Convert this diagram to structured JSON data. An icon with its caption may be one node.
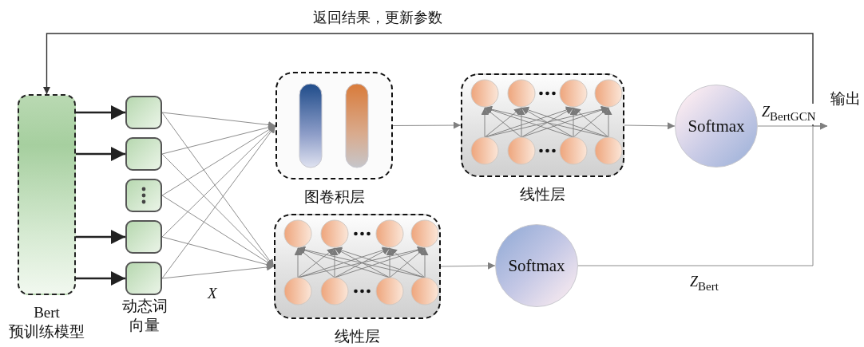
{
  "diagram": {
    "nodes": [
      {
        "text": [],
        "shape": "box",
        "beside": [
          "Bert 预训练模型"
        ]
      },
      {
        "text": [],
        "shape": "box"
      },
      {
        "text": [],
        "shape": "box"
      },
      {
        "text": [],
        "shape": "box"
      },
      {
        "text": [],
        "shape": "box"
      },
      {
        "text": [],
        "shape": "box"
      },
      {
        "text": [],
        "shape": "box",
        "beside": [
          "图卷积层"
        ]
      },
      {
        "text": [],
        "shape": "box",
        "beside": [
          "线性层"
        ]
      },
      {
        "text": [
          "Softmax"
        ]
      },
      {
        "text": [],
        "shape": "box",
        "beside": [
          "线性层"
        ]
      },
      {
        "text": [
          "Softmax"
        ]
      },
      {
        "text": [
          "输出"
        ]
      }
    ],
    "edges": [
      {
        "from": 0,
        "to": 1,
        "arrow": "to",
        "style": "thick",
        "color": "#222222"
      },
      {
        "from": 0,
        "to": 2,
        "arrow": "to",
        "style": "thick",
        "color": "#222222"
      },
      {
        "from": 0,
        "to": 4,
        "arrow": "to",
        "style": "thick",
        "color": "#222222"
      },
      {
        "from": 0,
        "to": 5,
        "arrow": "to",
        "style": "thick",
        "color": "#222222"
      },
      {
        "from": 1,
        "to": 6,
        "arrow": "to"
      },
      {
        "from": 1,
        "to": 9,
        "arrow": "to"
      },
      {
        "from": 2,
        "to": 6,
        "arrow": "to"
      },
      {
        "from": 2,
        "to": 9,
        "arrow": "to"
      },
      {
        "from": 3,
        "to": 6,
        "arrow": "to"
      },
      {
        "from": 3,
        "to": 9,
        "arrow": "to"
      },
      {
        "from": 4,
        "to": 6,
        "arrow": "to"
      },
      {
        "from": 4,
        "to": 9,
        "arrow": "to"
      },
      {
        "from": 5,
        "to": 6,
        "arrow": "to"
      },
      {
        "from": 5,
        "to": 9,
        "arrow": "to"
      },
      {
        "from": 6,
        "to": 7,
        "arrow": "to"
      },
      {
        "from": 7,
        "to": 8,
        "arrow": "to"
      },
      {
        "from": 9,
        "to": 10,
        "arrow": "to"
      },
      {
        "from": 8,
        "to": 11,
        "arrow": "to",
        "label": "*Z*$_{BertGCN}$"
      },
      {
        "from": 10,
        "to": 11,
        "arrow": "to",
        "label": "*Z*$_{Bert}$"
      },
      {
        "from": null,
        "to": 0,
        "arrow": "to",
        "label": "返回结果，更新参数",
        "color": "#333333"
      }
    ],
    "labels": [
      "动态词向量",
      "X"
    ]
  }
}
